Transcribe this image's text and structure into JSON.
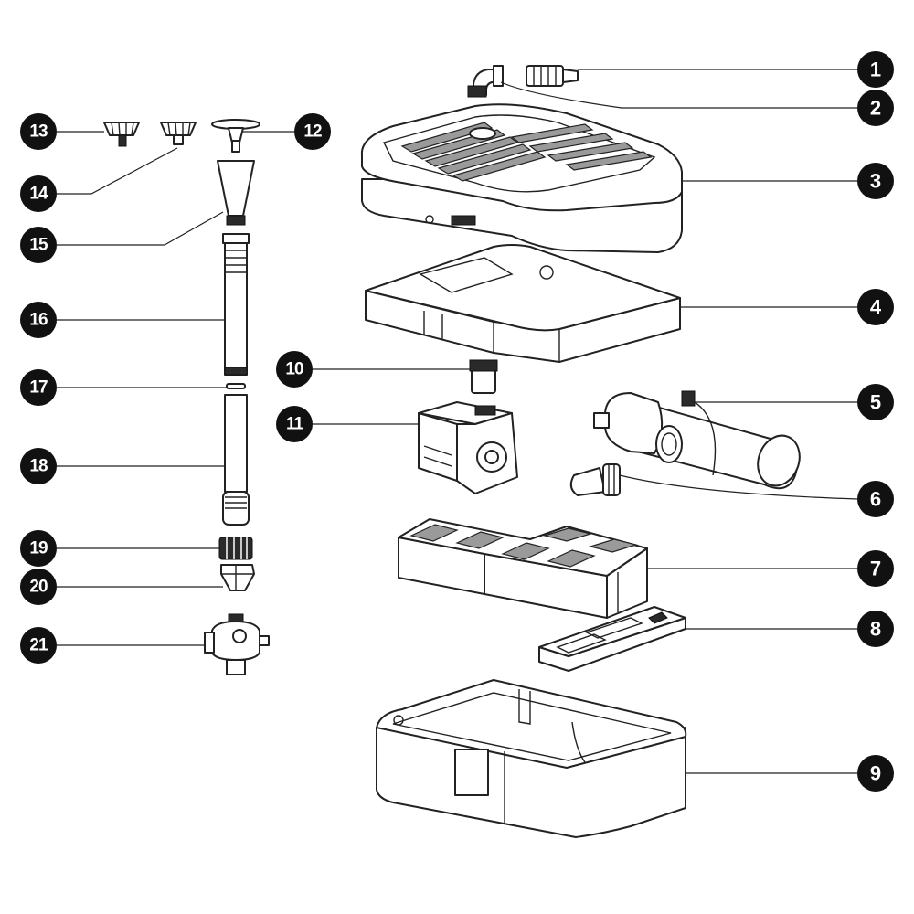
{
  "callouts": [
    "1",
    "2",
    "3",
    "4",
    "5",
    "6",
    "7",
    "8",
    "9",
    "10",
    "11",
    "12",
    "13",
    "14",
    "15",
    "16",
    "17",
    "18",
    "19",
    "20",
    "21"
  ],
  "colors": {
    "ink": "#222222",
    "badge": "#111111",
    "badge_text": "#ffffff",
    "shade": "#9a9a9a"
  },
  "parts": [
    "plug-connector",
    "elbow-fitting",
    "filter-lid",
    "sponge-pad",
    "uv-clarifier",
    "hose-elbow",
    "filter-media-blocks",
    "media-tray",
    "filter-housing",
    "pump-adapter",
    "pump",
    "fountain-bell-nozzle",
    "fountain-jet-nozzle",
    "fountain-spray-nozzle",
    "nozzle-adapter",
    "extension-tube-upper",
    "o-ring",
    "extension-tube-lower",
    "threaded-connector",
    "reducer-connector",
    "flow-valve-t-piece"
  ]
}
